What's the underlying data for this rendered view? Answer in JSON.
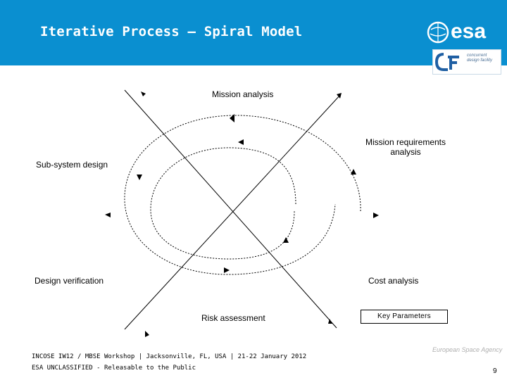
{
  "header": {
    "title": "Iterative Process – Spiral Model",
    "logo_text": "esa",
    "logo_sub": "concurrent design facility"
  },
  "diagram": {
    "labels": {
      "mission_analysis": "Mission analysis",
      "mission_requirements_analysis": "Mission requirements analysis",
      "sub_system_design": "Sub-system design",
      "design_verification": "Design verification",
      "cost_analysis": "Cost analysis",
      "risk_assessment": "Risk assessment"
    },
    "key_parameters": "Key Parameters"
  },
  "footer": {
    "event": "INCOSE IW12 / MBSE Workshop | Jacksonville, FL, USA | 21-22 January 2012",
    "classification": "ESA UNCLASSIFIED - Releasable to the Public",
    "agency": "European Space Agency",
    "page_number": "9"
  },
  "colors": {
    "header_bg": "#0a8fd0",
    "title": "#ffffff",
    "line": "#000000"
  }
}
